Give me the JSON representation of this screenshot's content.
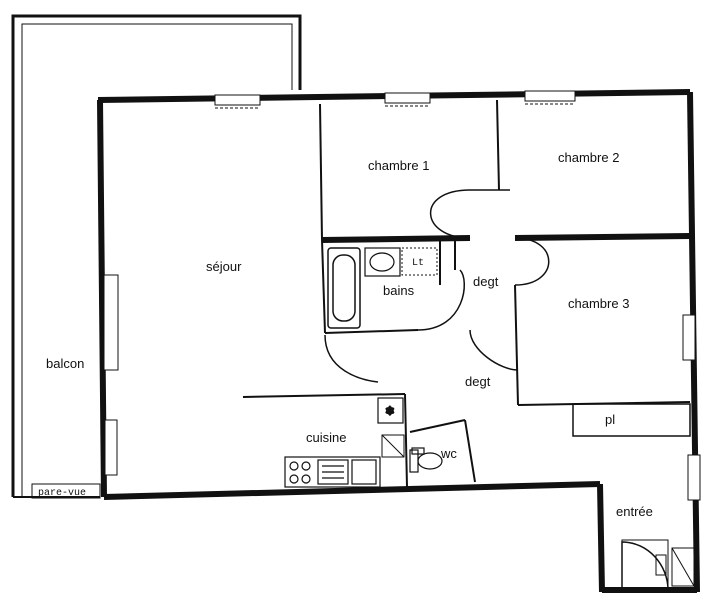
{
  "plan": {
    "rooms": {
      "balcon": "balcon",
      "sejour": "séjour",
      "chambre1": "chambre 1",
      "chambre2": "chambre 2",
      "chambre3": "chambre 3",
      "bains": "bains",
      "degt_upper": "degt",
      "degt_lower": "degt",
      "cuisine": "cuisine",
      "wc": "wc",
      "pl": "pl",
      "entree": "entrée"
    },
    "annotations": {
      "pare_vue": "pare-vue",
      "lt": "Lt"
    },
    "colors": {
      "wall": "#111111",
      "background": "#ffffff"
    }
  }
}
